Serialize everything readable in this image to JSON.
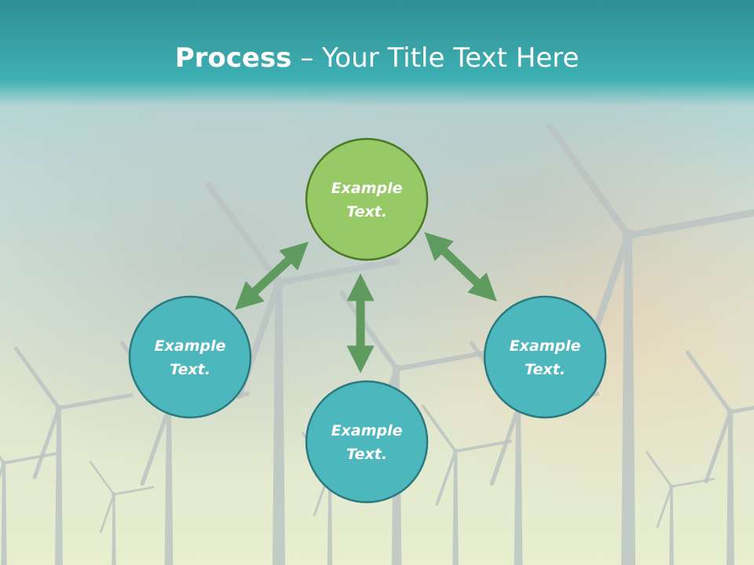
{
  "slide": {
    "title_bold": "Process",
    "title_rest": " – Your Title Text Here"
  },
  "colors": {
    "header": "#3aa9ad",
    "node_green_fill": "#97c966",
    "node_green_stroke": "#4a7a25",
    "node_teal_fill": "#4cb7bd",
    "node_teal_stroke": "#2a7a80",
    "arrow": "#5f9a5f"
  },
  "diagram": {
    "nodes": [
      {
        "id": "top",
        "line1": "Example",
        "line2": "Text.",
        "style": "green"
      },
      {
        "id": "left",
        "line1": "Example",
        "line2": "Text.",
        "style": "teal"
      },
      {
        "id": "right",
        "line1": "Example",
        "line2": "Text.",
        "style": "teal"
      },
      {
        "id": "bottom",
        "line1": "Example",
        "line2": "Text.",
        "style": "teal"
      }
    ],
    "arrows": [
      {
        "from": "top",
        "to": "left",
        "direction": "both"
      },
      {
        "from": "top",
        "to": "right",
        "direction": "both"
      },
      {
        "from": "top",
        "to": "bottom",
        "direction": "both"
      }
    ]
  }
}
